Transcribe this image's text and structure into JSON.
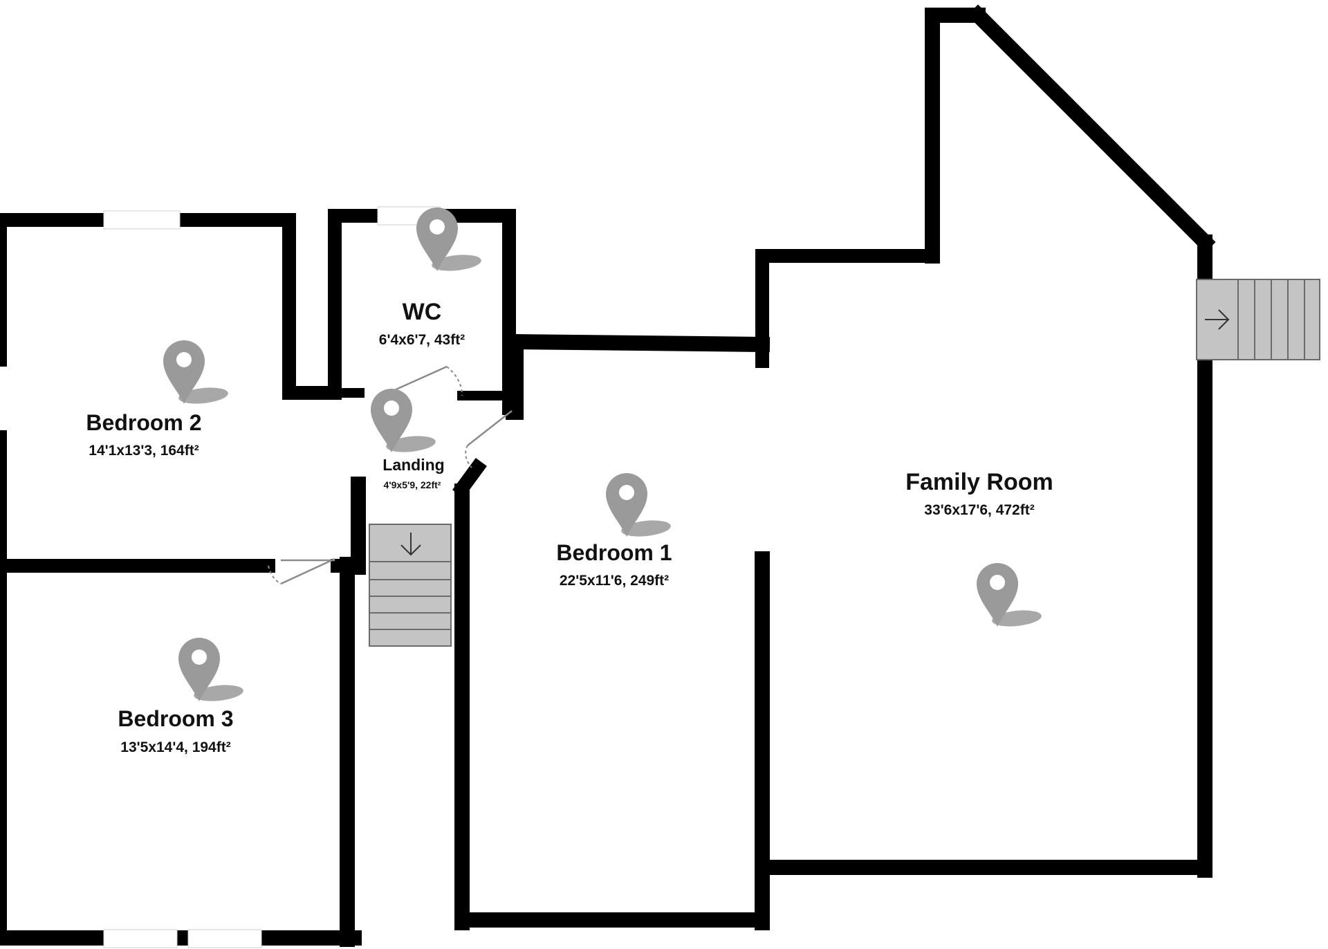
{
  "rooms": {
    "wc": {
      "name": "WC",
      "dimensions": "6'4x6'7, 43ft²"
    },
    "bedroom_2": {
      "name": "Bedroom 2",
      "dimensions": "14'1x13'3, 164ft²"
    },
    "landing": {
      "name": "Landing",
      "dimensions": "4'9x5'9, 22ft²"
    },
    "bedroom_1": {
      "name": "Bedroom 1",
      "dimensions": "22'5x11'6, 249ft²"
    },
    "family_room": {
      "name": "Family Room",
      "dimensions": "33'6x17'6, 472ft²"
    },
    "bedroom_3": {
      "name": "Bedroom 3",
      "dimensions": "13'5x14'4, 194ft²"
    }
  },
  "colors": {
    "wall": "#000000",
    "pin": "#9a9a9a",
    "pin_shadow": "#a8a8a8",
    "stairs": "#c4c4c4",
    "background": "#ffffff"
  },
  "icons": {
    "pin": "location-pin-icon",
    "stairs_down": "arrow-down-icon",
    "stairs_right": "arrow-right-icon"
  }
}
